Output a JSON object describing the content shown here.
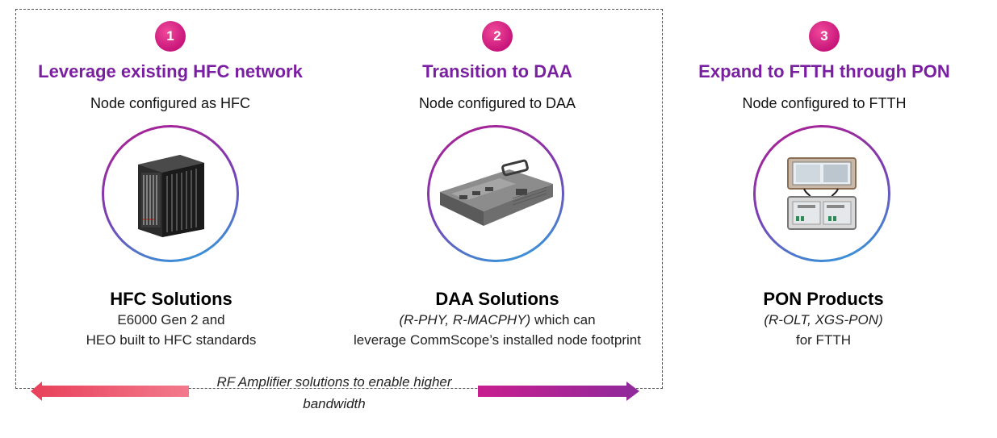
{
  "steps": [
    {
      "number": "1",
      "title": "Leverage existing HFC network",
      "subtitle": "Node configured as HFC",
      "image_icon": "hfc-chassis-icon",
      "solution_title": "HFC Solutions",
      "solution_line1": "E6000 Gen 2 and",
      "solution_line2": "HEO built to HFC standards"
    },
    {
      "number": "2",
      "title": "Transition to DAA",
      "subtitle": "Node configured to DAA",
      "image_icon": "daa-module-icon",
      "solution_title": "DAA Solutions",
      "solution_line1_italic": "(R-PHY, R-MACPHY)",
      "solution_line1_rest": " which can",
      "solution_line2": "leverage CommScope’s installed node footprint"
    },
    {
      "number": "3",
      "title": "Expand to FTTH through PON",
      "subtitle": "Node configured to FTTH",
      "image_icon": "pon-node-icon",
      "solution_title": "PON Products",
      "solution_line1_italic": "(R-OLT, XGS-PON)",
      "solution_line2": "for FTTH"
    }
  ],
  "rf_banner": {
    "line1": "RF Amplifier solutions to enable higher",
    "line2": "bandwidth"
  },
  "colors": {
    "title_purple": "#7b1fa2",
    "badge_pink": "#d81b7f",
    "arrow_left": "#f0506e",
    "arrow_right": "#b5258c"
  }
}
